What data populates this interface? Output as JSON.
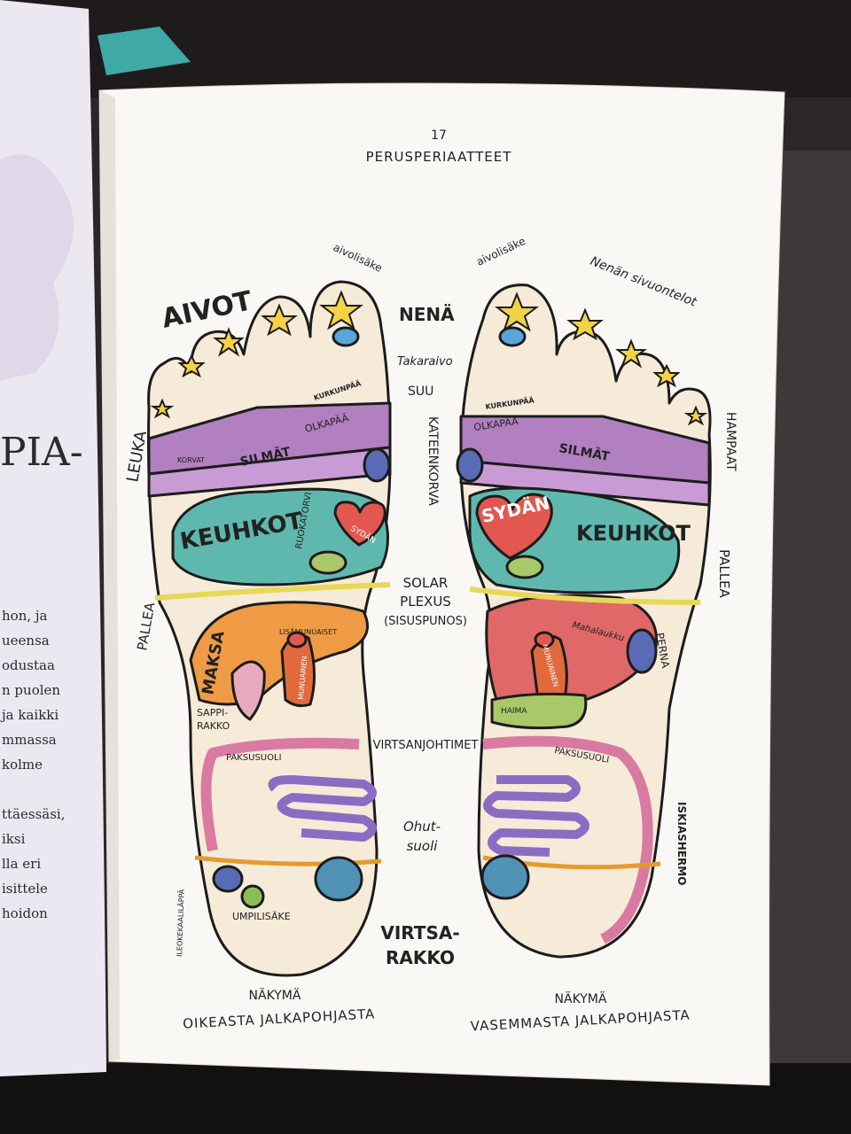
{
  "page": {
    "number": "17",
    "header": "PERUSPERIAATTEET"
  },
  "left_page": {
    "heading_fragment": "PIA-",
    "text_fragments": [
      "hon, ja",
      "ueensa",
      "odustaa",
      "n puolen",
      "ja kaikki",
      "mmassa",
      "kolme",
      "ttäessäsi,",
      "iksi",
      "lla eri",
      "isittele",
      "hoidon"
    ]
  },
  "labels": {
    "aivot": "AIVOT",
    "aivolisake_left": "aivolisäke",
    "aivolisake_right": "aivolisäke",
    "nena": "NENÄ",
    "takaraivo": "Takaraivo",
    "suu": "SUU",
    "kurkunpaa_left": "KURKUNPÄÄ",
    "kurkunpaa_right": "KURKUNPÄÄ",
    "nenan_sivuontelot": "Nenän sivuontelot",
    "hampaat": "HAMPAAT",
    "leuka": "LEUKA",
    "korvat": "KORVAT",
    "silmat_left": "SILMÄT",
    "silmat_right": "SILMÄT",
    "olkapaa_left": "OLKAPÄÄ",
    "olkapaa_right": "OLKAPÄÄ",
    "keuhkot_left": "KEUHKOT",
    "keuhkot_right": "KEUHKOT",
    "ruokatorvi": "RUOKATORVI",
    "kateenkorva": "KATEENKORVA",
    "sydan_small": "SYDÄN",
    "sydan_big": "SYDÄN",
    "solar_plexus_1": "SOLAR",
    "solar_plexus_2": "PLEXUS",
    "solar_plexus_3": "(SISUSPUNOS)",
    "pallea_left": "PALLEA",
    "pallea_right": "PALLEA",
    "maksa": "MAKSA",
    "lisamunuaiset": "LISÄMUNUAISET",
    "munuainen_left": "MUNUAINEN",
    "munuainen_right": "MUNUAINEN",
    "sappirakko_1": "SAPPI-",
    "sappirakko_2": "RAKKO",
    "mahalaukku": "Mahalaukku",
    "perna": "PERNA",
    "haima": "HAIMA",
    "virtsanjohtimet": "VIRTSANJOHTIMET",
    "paksusuoli_left": "PAKSUSUOLI",
    "paksusuoli_right": "PAKSUSUOLI",
    "ohutsuoli_1": "Ohut-",
    "ohutsuoli_2": "suoli",
    "iskiashermo": "ISKIASHERMO",
    "ileokekaaliläppä": "ILEOKEKAALILÄPPÄ",
    "umpilisake": "UMPILISÄKE",
    "virtsarakko_1": "VIRTSA-",
    "virtsarakko_2": "RAKKO"
  },
  "captions": {
    "left_top": "NÄKYMÄ",
    "left_bottom": "OIKEASTA JALKAPOHJASTA",
    "right_top": "NÄKYMÄ",
    "right_bottom": "VASEMMASTA JALKAPOHJASTA"
  },
  "colors": {
    "purple": "#b27fc0",
    "teal": "#5fb8ae",
    "orange": "#ef9b45",
    "red": "#e2574f",
    "pink": "#e9a9bd",
    "yellow": "#f4d246",
    "green": "#a9c86a",
    "blue": "#5a6bb5"
  }
}
